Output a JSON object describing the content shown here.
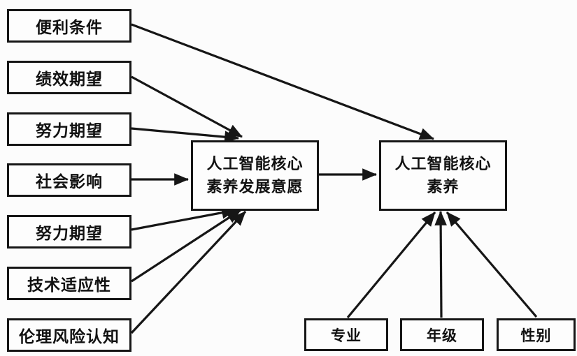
{
  "diagram": {
    "type": "structural-model",
    "colors": {
      "line": "#161616",
      "box_border": "#161616",
      "box_fill": "#fdfdfd",
      "background": "#fcfcfc",
      "text": "#111111"
    },
    "predictors": [
      {
        "label": "便利条件"
      },
      {
        "label": "绩效期望"
      },
      {
        "label": "努力期望"
      },
      {
        "label": "社会影响"
      },
      {
        "label": "努力期望"
      },
      {
        "label": "技术适应性"
      },
      {
        "label": "伦理风险认知"
      }
    ],
    "mediator": {
      "label": "人工智能核心素养发展意愿",
      "lines": [
        "人工智能核心",
        "素养发展意愿"
      ]
    },
    "outcome": {
      "label": "人工智能核心素养",
      "lines": [
        "人工智能核心",
        "素养"
      ]
    },
    "moderators": [
      {
        "label": "专业"
      },
      {
        "label": "年级"
      },
      {
        "label": "性别"
      }
    ]
  }
}
